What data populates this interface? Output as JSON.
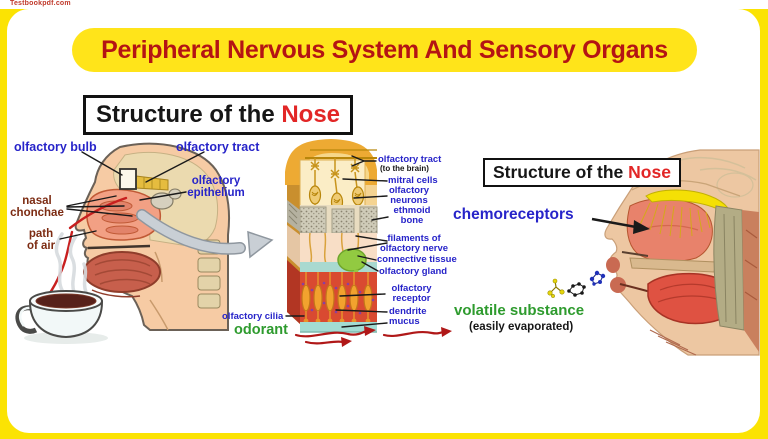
{
  "watermark": "Testbookpdf.com",
  "banner": {
    "title": "Peripheral Nervous System And Sensory Organs"
  },
  "left_panel": {
    "title_black": "Structure of the ",
    "title_red": "Nose",
    "labels": {
      "olfactory_bulb": "olfactory bulb",
      "olfactory_tract": "olfactory tract",
      "olfactory_epithelium": "olfactory epithelium",
      "nasal_chonchae": "nasal chonchae",
      "path_of_air": "path of air"
    }
  },
  "middle_panel": {
    "labels_right": [
      {
        "text": "olfactory tract",
        "sub": "(to the brain)"
      },
      {
        "text": "mitral cells"
      },
      {
        "text": "olfactory neurons"
      },
      {
        "text": "ethmoid bone"
      },
      {
        "text": "filaments of olfactory nerve"
      },
      {
        "text": "connective tissue"
      },
      {
        "text": "olfactory gland"
      },
      {
        "text": "olfactory receptor"
      },
      {
        "text": "dendrite"
      },
      {
        "text": "mucus"
      }
    ],
    "labels_left": {
      "olfactory_cilia": "olfactory cilia",
      "odorant": "odorant"
    }
  },
  "right_panel": {
    "title_black": "Structure of the ",
    "title_red": "Nose",
    "chemoreceptors": "chemoreceptors",
    "volatile_substance": "volatile substance",
    "easily_evaporated": "(easily evaporated)"
  },
  "colors": {
    "page_yellow": "#FBE303",
    "banner_yellow": "#FFE41A",
    "banner_text_red": "#B41414",
    "label_blue": "#2724C9",
    "label_maroon": "#7C2B12",
    "label_green": "#2E9B2E",
    "nose_red": "#E22626",
    "odorant_arrow_red": "#B01818",
    "gland_green": "#92CA41",
    "mucus_teal": "#A2DCD3",
    "receptor_layer_red": "#D94A31"
  }
}
